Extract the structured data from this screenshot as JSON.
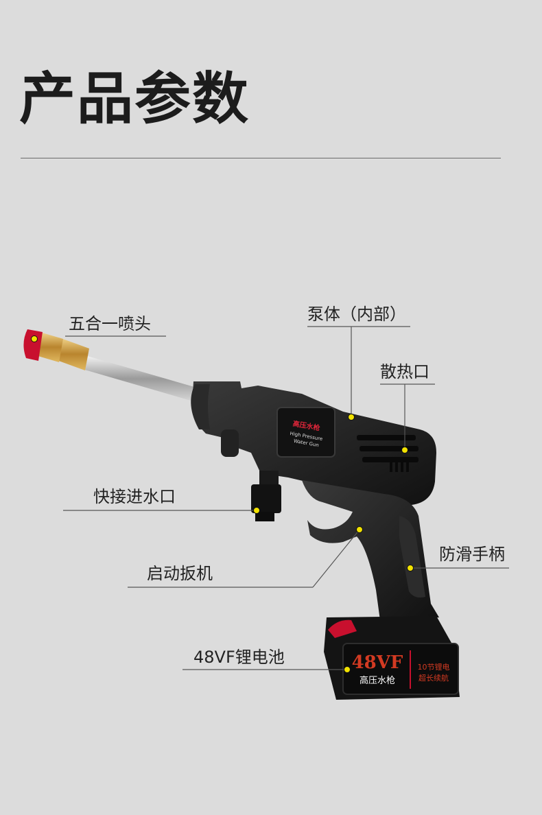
{
  "title": "产品参数",
  "labels": {
    "nozzle": "五合一喷头",
    "pump": "泵体（内部）",
    "vent": "散热口",
    "inlet": "快接进水口",
    "grip": "防滑手柄",
    "trigger": "启动扳机",
    "battery": "48VF锂电池"
  },
  "product_badge": {
    "cn": "高压水枪",
    "en_line1": "High Pressure",
    "en_line2": "Water Gun"
  },
  "battery_badge": {
    "voltage": "48VF",
    "name": "高压水枪",
    "line1": "10节锂电",
    "line2": "超长续航"
  },
  "colors": {
    "background": "#dcdcdc",
    "leader_dot": "#f2e200",
    "body": "#1c1c1c",
    "accent_red": "#c8102e",
    "battery_text": "#d23a22",
    "brass": "#c89a3c"
  }
}
